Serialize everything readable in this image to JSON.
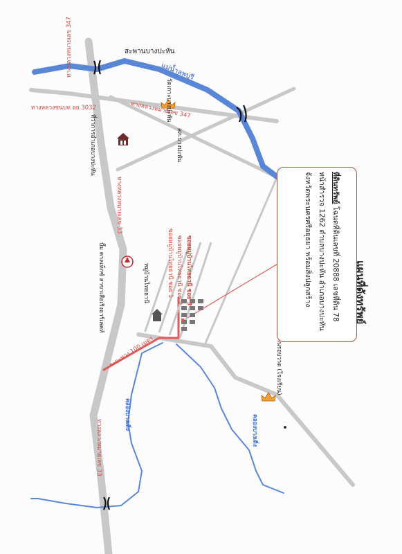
{
  "map": {
    "title": "แผนที่ดังทรัพย์",
    "property_box": {
      "line1_heading": "ที่ดินทรัพย์",
      "line1_rest": "โฉนดที่ดินเลขที่ 20888 เลขที่ดิน 78",
      "line2": "หน้าสำรวจ 1262 ตำบลบางปะหัน อำเภอบางปะหัน",
      "line3": "จังหวัดพระนครศรีอยุธยา พร้อมสิ่งปลูกสร้าง"
    },
    "labels": {
      "bridge": "สะพานบางปะหัน",
      "river": "แม่น้ำลพบุรี",
      "hwy347_top": "ทางหลวงหมายเลข 347",
      "rural_road": "ทางหลวงชนบท อย.3032",
      "hwy347_mid": "ทางหลวงหมายเลข 347",
      "temple_bangpahan": "วัดเกาะบางปะหัน",
      "district_office": "ที่ว่าการอำเภอบางปะหัน",
      "police": "สภ.บางปะหัน",
      "hwy33_upper": "ทางหลวงหมายเลข 33",
      "gas_station": "ปั๊ม คาลเท็กซ์ สาขาเสือเริงอาร์เลคท์",
      "village": "หมู่บ้านไทยธานี",
      "soi1": "ซอยหมู่บ้านไทยธานี ซอย 1",
      "soi2": "ซอยหมู่บ้านไทยธานี ซอย 2",
      "soi3": "ซอยหมู่บ้านไทยธานี ซอย 3",
      "distance": "ระยะทาง 100 เมตร",
      "temple_right": "วัดทะเลบ้านรอบวาด (โรงเรียน)",
      "canal_left": "คลองบางเดิ่ง",
      "canal_right": "คลองบางเดิ่ง",
      "hwy33_lower": "ทางหลวงหมายเลข 33"
    },
    "colors": {
      "water": "#5a86d8",
      "road": "#c8c8c8",
      "route": "#e05a57",
      "label_red": "#d2493f"
    },
    "icons": [
      "bridge-icon",
      "temple-icon",
      "government-office-icon",
      "gas-station-icon",
      "house-icon",
      "buildings-icon"
    ]
  }
}
